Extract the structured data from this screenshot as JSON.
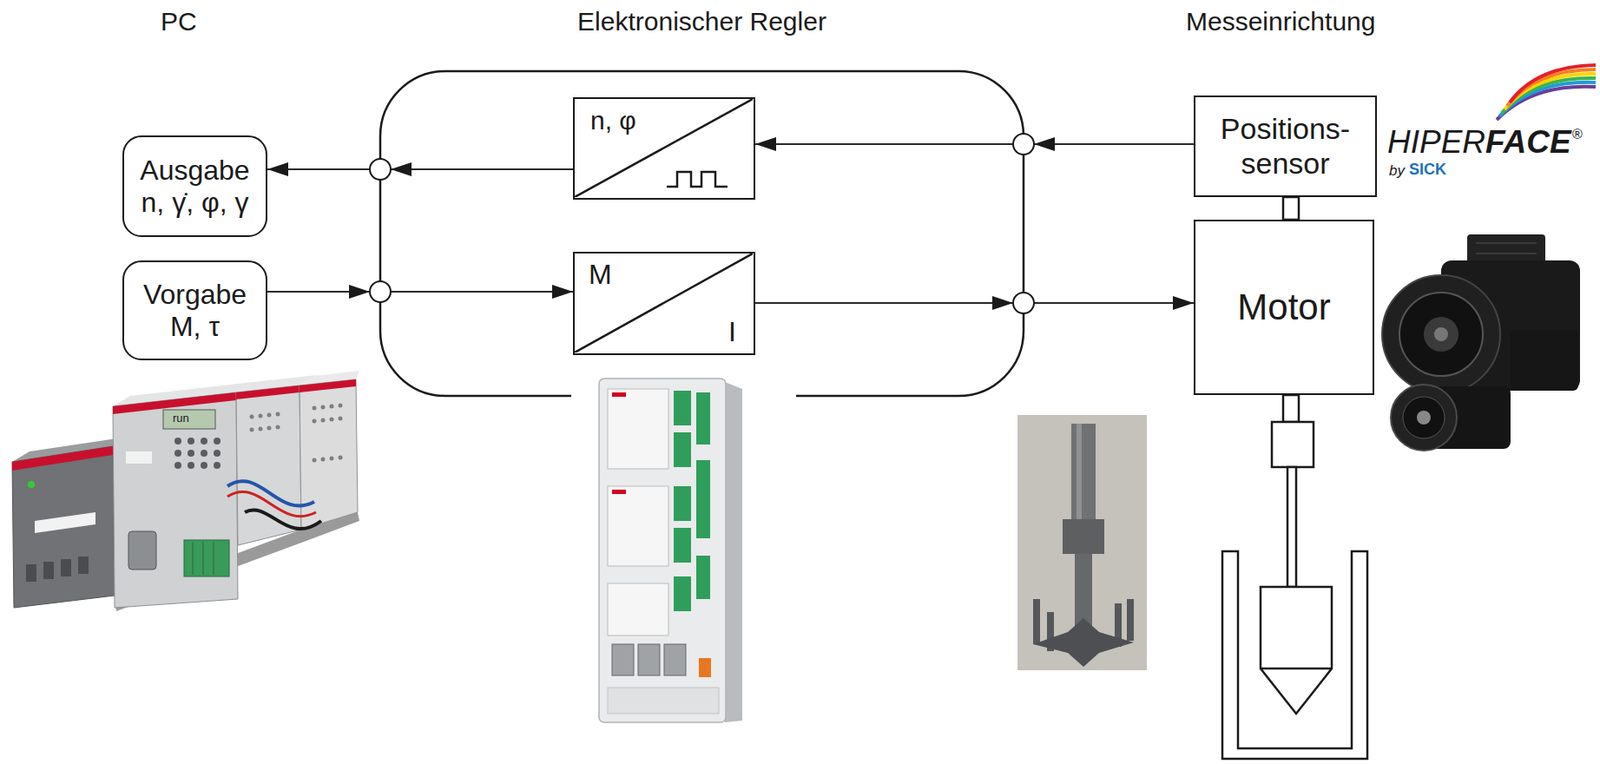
{
  "diagram": {
    "nodes": [
      {
        "text": [
          "Ausgabe",
          "n, γ̇, φ, γ"
        ]
      },
      {
        "text": [
          "Vorgabe",
          "M, τ"
        ]
      },
      {
        "text": [
          "Elektronischer Regler"
        ]
      },
      {
        "text": [
          "n, φ"
        ],
        "in": 2
      },
      {
        "text": [
          "M",
          "I"
        ],
        "in": 2
      },
      {
        "text": [
          "Positions- sensor"
        ]
      },
      {
        "text": [
          "Motor"
        ]
      }
    ],
    "edges": [
      {
        "from": 5,
        "to": 3,
        "arrow": "to"
      },
      {
        "from": 3,
        "to": 0,
        "arrow": "to"
      },
      {
        "from": 1,
        "to": 4,
        "arrow": "to"
      },
      {
        "from": 4,
        "to": 6,
        "arrow": "to"
      }
    ],
    "labels": [
      "PC",
      "Messeinrichtung",
      "HIPER",
      "FACE",
      "®",
      "by",
      "SICK",
      "run"
    ]
  }
}
